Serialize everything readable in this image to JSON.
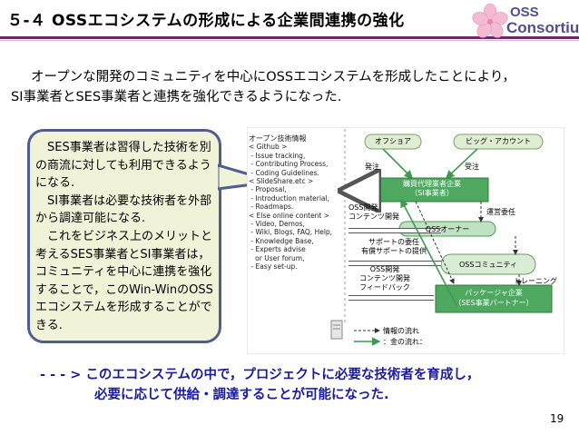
{
  "slide": {
    "title": "５-４ OSSエコシステムの形成による企業間連携の強化",
    "page_number": "19",
    "logo": {
      "line1": "OSS",
      "line2": "Consortium",
      "icon": "sakura-flower-icon"
    }
  },
  "intro": {
    "line1": "オープンな開発のコミュニティを中心にOSSエコシステムを形成したことにより，",
    "line2": "SI事業者とSES事業者と連携を強化できるようになった."
  },
  "callout": {
    "p1": "SES事業者は習得した技術を別の商流に対しても利用できるようになる.",
    "p2": "SI事業者は必要な技術者を外部から調達可能になる.",
    "p3": "これをビジネス上のメリットと考えるSES事業者とSI事業者は，コミュニティを中心に連携を強化することで，このWin-WinのOSSエコシステムを形成することができる."
  },
  "diagram": {
    "side_title": "オープン技術情報",
    "github_head": "< Github >",
    "github_items": [
      "Issue tracking,",
      "Contributing Process,",
      "Coding Guidelines."
    ],
    "slide_head": "< SlideShare.etc >",
    "slide_items": [
      "Proposal,",
      "Introduction material,",
      "Roadmaps."
    ],
    "else_head": "< Else online content >",
    "else_items": [
      "Video, Demos,",
      "Wiki, Blogs, FAQ, Help,",
      "Knowledge Base,",
      "Experts advise",
      "or User forum,",
      "Easy set-up."
    ],
    "offshore": "オフショア",
    "big_account": "ビッグ・アカウント",
    "order": "発注",
    "receive": "受注",
    "si_line1": "購買代理業者企業",
    "si_line2": "（SI事業者）",
    "oss_dev1": "OSS開発",
    "oss_dev2": "コンテンツ開発",
    "operation": "運営委任",
    "oss_owner": "OSSオーナー",
    "support1": "サポートの委任",
    "support2": "有償サポートの提供",
    "oss_community": "OSSコミュニティ",
    "feedback1": "OSS開発",
    "feedback2": "コンテンツ開発",
    "feedback3": "フィードバック",
    "training": "トレーニング",
    "pkg_line1": "パッケージャ企業",
    "pkg_line2": "（SES事業パートナー）",
    "info_flow": "情報の流れ",
    "money_flow": "：金の流れ："
  },
  "conclusion": {
    "line1": "- - - >  このエコシステムの中で，プロジェクトに必要な技術者を育成し，",
    "line2": "必要に応じて供給・調達することが可能になった."
  },
  "colors": {
    "accent": "#6b2a63",
    "callout_bg": "#f1f3d8",
    "callout_border": "#4e5f8f",
    "green": "#3f9a4f",
    "conclusion": "#1a1aa0"
  }
}
